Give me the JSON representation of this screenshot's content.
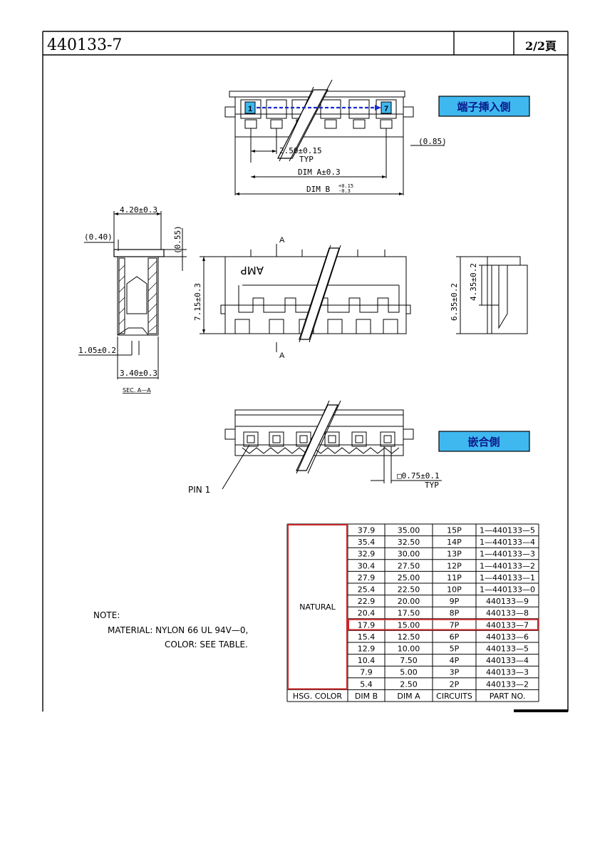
{
  "title_block": {
    "part_number": "440133-7",
    "page": "2/2頁"
  },
  "views": {
    "top": {
      "label_box": "端子挿入側",
      "pin_first": "1",
      "pin_last": "7",
      "dim_pitch": "2.50±0.15",
      "dim_pitch_typ": "TYP",
      "dim_a": "DIM  A±0.3",
      "dim_b_base": "DIM  B",
      "dim_b_tol_upper": "+0.15",
      "dim_b_tol_lower": "-0.3",
      "dim_side": "(0.85)"
    },
    "section": {
      "dim_width_top": "4.20±0.3",
      "dim_left": "(0.40)",
      "dim_top_right": "(0.55)",
      "dim_bottom_left": "1.05±0.2",
      "dim_bottom": "3.40±0.3",
      "caption": "SEC. A—A"
    },
    "front": {
      "section_mark": "A",
      "dim_height": "7.15±0.3",
      "logo_text": "AMP"
    },
    "side": {
      "dim_overall": "6.35±0.2",
      "dim_inner": "4.35±0.2"
    },
    "bottom": {
      "label_box": "嵌合側",
      "pin1_label": "PIN  1",
      "dim_square": "□0.75±0.1",
      "dim_square_typ": "TYP"
    }
  },
  "note": {
    "heading": "NOTE:",
    "material": "MATERIAL:  NYLON  66  UL  94V—0,",
    "color": "COLOR:  SEE  TABLE."
  },
  "table": {
    "color_value": "NATURAL",
    "headers": [
      "HSG. COLOR",
      "DIM B",
      "DIM A",
      "CIRCUITS",
      "PART NO."
    ],
    "rows": [
      [
        "37.9",
        "35.00",
        "15P",
        "1—440133—5"
      ],
      [
        "35.4",
        "32.50",
        "14P",
        "1—440133—4"
      ],
      [
        "32.9",
        "30.00",
        "13P",
        "1—440133—3"
      ],
      [
        "30.4",
        "27.50",
        "12P",
        "1—440133—2"
      ],
      [
        "27.9",
        "25.00",
        "11P",
        "1—440133—1"
      ],
      [
        "25.4",
        "22.50",
        "10P",
        "1—440133—0"
      ],
      [
        "22.9",
        "20.00",
        "9P",
        "440133—9"
      ],
      [
        "20.4",
        "17.50",
        "8P",
        "440133—8"
      ],
      [
        "17.9",
        "15.00",
        "7P",
        "440133—7"
      ],
      [
        "15.4",
        "12.50",
        "6P",
        "440133—6"
      ],
      [
        "12.9",
        "10.00",
        "5P",
        "440133—5"
      ],
      [
        "10.4",
        "7.50",
        "4P",
        "440133—4"
      ],
      [
        "7.9",
        "5.00",
        "3P",
        "440133—3"
      ],
      [
        "5.4",
        "2.50",
        "2P",
        "440133—2"
      ]
    ],
    "highlight_row": 8
  },
  "colors": {
    "label_fill": "#3fb8f0",
    "label_text": "#0a1a8a",
    "pin_fill": "#3fb8f0",
    "arrow": "#1a2ad0",
    "highlight": "#c8282a"
  }
}
